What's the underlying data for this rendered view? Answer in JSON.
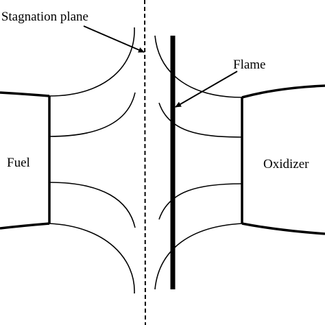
{
  "labels": {
    "stagnation_plane": "Stagnation plane",
    "flame": "Flame",
    "fuel": "Fuel",
    "oxidizer": "Oxidizer"
  },
  "colors": {
    "ink": "#000000",
    "background": "#ffffff"
  }
}
